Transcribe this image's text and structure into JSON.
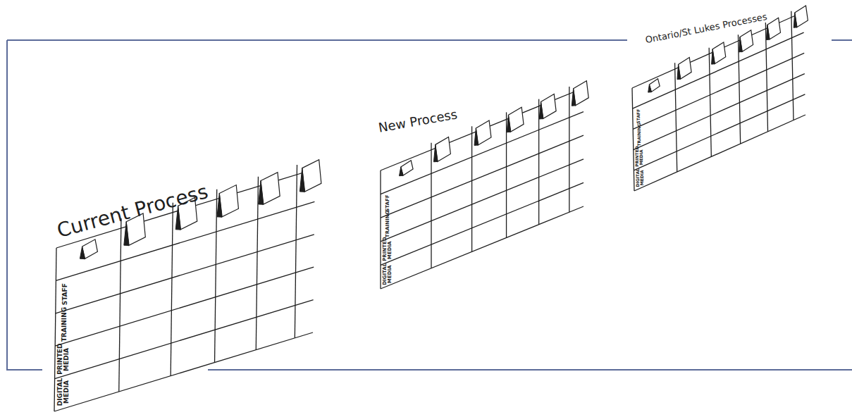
{
  "diagram": {
    "nodes": [
      {
        "text": [
          "Current Process"
        ]
      },
      {
        "text": [
          "New Process"
        ]
      },
      {
        "text": [
          "Ontario/St Lukes Processes"
        ]
      }
    ],
    "labels": [
      "STAFF",
      "TRAINING",
      "PRINTED MEDIA",
      "DIGITAL MEDIA",
      "STAFF",
      "TRAINING",
      "PRINTED MEDIA",
      "DIGITAL MEDIA",
      "STAFF",
      "TRAINING",
      "PRINTED MEDIA",
      "DIGITAL MEDIA"
    ]
  }
}
